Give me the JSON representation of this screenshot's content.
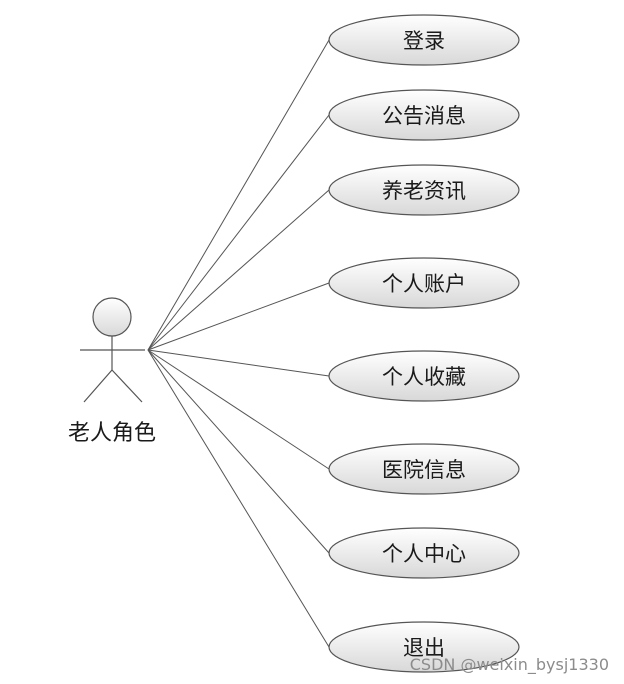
{
  "actor": {
    "label": "老人角色"
  },
  "use_cases": [
    {
      "label": "登录"
    },
    {
      "label": "公告消息"
    },
    {
      "label": "养老资讯"
    },
    {
      "label": "个人账户"
    },
    {
      "label": "个人收藏"
    },
    {
      "label": "医院信息"
    },
    {
      "label": "个人中心"
    },
    {
      "label": "退出"
    }
  ],
  "watermark": "CSDN @weixin_bysj1330",
  "colors": {
    "stroke": "#555555",
    "fill_top": "#ffffff",
    "fill_bottom": "#d8d8d8"
  }
}
